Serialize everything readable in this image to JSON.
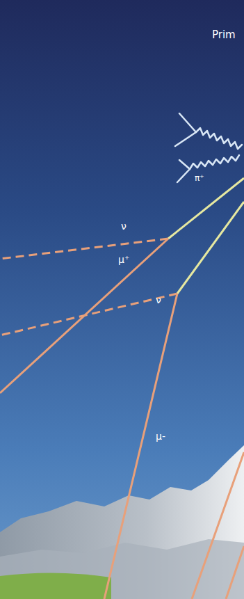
{
  "diagram": {
    "labels": [
      "Prim",
      "π⁺",
      "ν",
      "μ⁺",
      "ν",
      "μ-"
    ]
  }
}
